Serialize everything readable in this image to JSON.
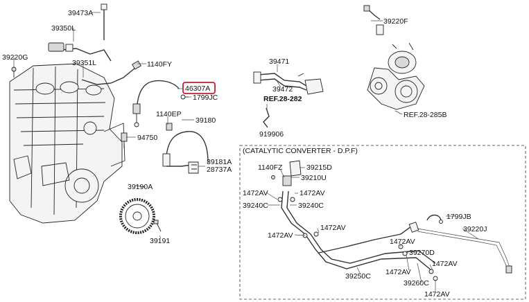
{
  "labels": {
    "p39473A": "39473A",
    "p39350L": "39350L",
    "p39220G": "39220G",
    "p39351L": "39351L",
    "p1140FY": "1140FY",
    "p46307A": "46307A",
    "p1799JC": "1799JC",
    "p1140EP": "1140EP",
    "p39180": "39180",
    "p94750": "94750",
    "p39181A": "39181A",
    "p28737A": "28737A",
    "p39190A": "39190A",
    "p39191": "39191",
    "p39471": "39471",
    "p39472": "39472",
    "ref28282": "REF.28-282",
    "p919906": "919906",
    "p39220F": "39220F",
    "ref28285B": "REF.28-285B",
    "box_title": "(CATALYTIC CONVERTER - D.P.F)",
    "p1140FZ": "1140FZ",
    "p39215D": "39215D",
    "p39210U": "39210U",
    "p1472AV_a": "1472AV",
    "p1472AV_b": "1472AV",
    "p39240C_a": "39240C",
    "p39240C_b": "39240C",
    "p1472AV_c": "1472AV",
    "p1472AV_d": "1472AV",
    "p1799JB": "1799JB",
    "p39220J": "39220J",
    "p1472AV_e": "1472AV",
    "p39270D": "39270D",
    "p39250C": "39250C",
    "p1472AV_f": "1472AV",
    "p1472AV_g": "1472AV",
    "p39260C": "39260C",
    "p1472AV_h": "1472AV"
  },
  "highlight": {
    "color": "#d11a2a"
  }
}
